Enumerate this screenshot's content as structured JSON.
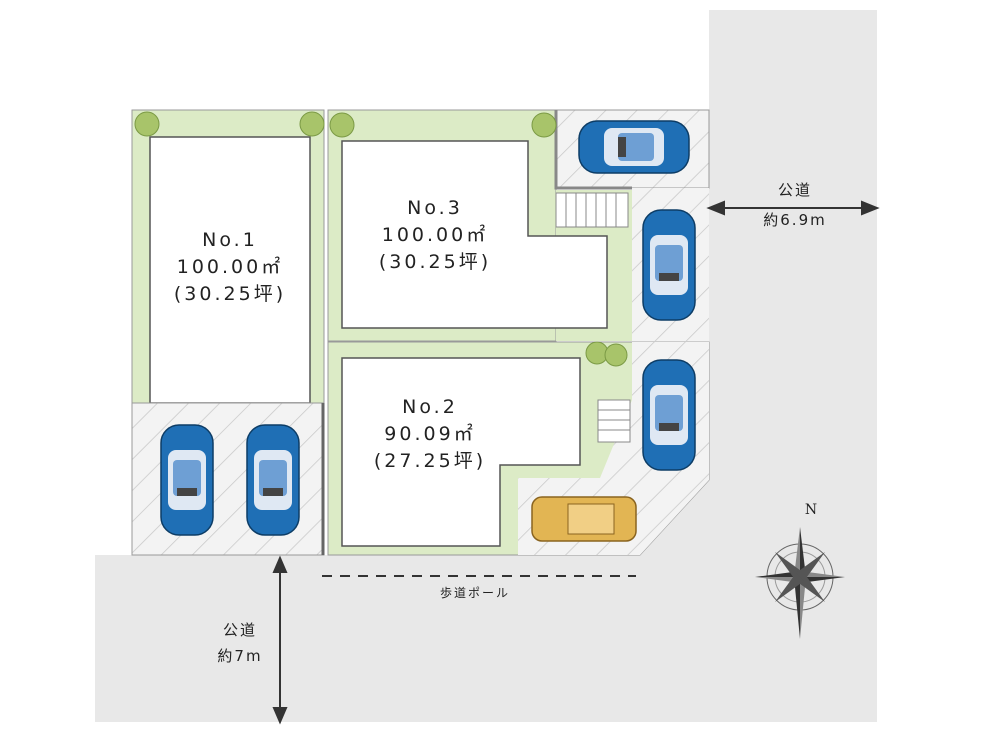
{
  "lots": [
    {
      "name": "No.1",
      "area_m2": "100.00㎡",
      "area_tsubo": "(30.25坪)"
    },
    {
      "name": "No.3",
      "area_m2": "100.00㎡",
      "area_tsubo": "(30.25坪)"
    },
    {
      "name": "No.2",
      "area_m2": "90.09㎡",
      "area_tsubo": "(27.25坪)"
    }
  ],
  "roads": {
    "east": {
      "label": "公道",
      "width": "約6.9m"
    },
    "south": {
      "label": "公道",
      "width": "約7m"
    }
  },
  "sidewalk_pole": "歩道ポール",
  "compass": {
    "north": "N"
  },
  "colors": {
    "road": "#e8e8e8",
    "garden": "#dcebc6",
    "car_blue": "#1f6fb5",
    "car_yellow": "#e2b553"
  }
}
